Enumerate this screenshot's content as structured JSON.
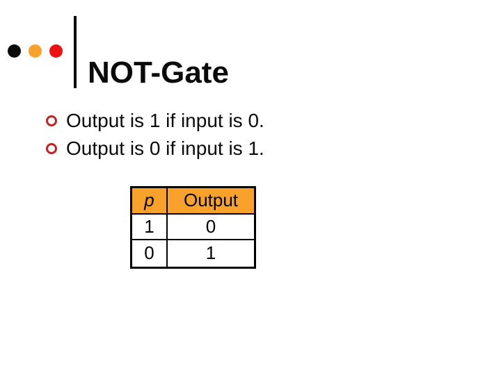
{
  "slide": {
    "title": "NOT-Gate",
    "bullets": [
      "Output is 1 if input is 0.",
      "Output is 0 if input is 1."
    ],
    "table": {
      "headers": [
        "p",
        "Output"
      ],
      "rows": [
        [
          "1",
          "0"
        ],
        [
          "0",
          "1"
        ]
      ]
    },
    "colors": {
      "accent_orange": "#f9a22b",
      "accent_red": "#ee1111",
      "bullet_ring_red": "#c32420",
      "text_black": "#0a0a0a",
      "table_border": "#000000",
      "background": "#ffffff"
    },
    "decor_dot_colors": [
      "#0a0a0a",
      "#f9a22b",
      "#ee1111"
    ]
  }
}
